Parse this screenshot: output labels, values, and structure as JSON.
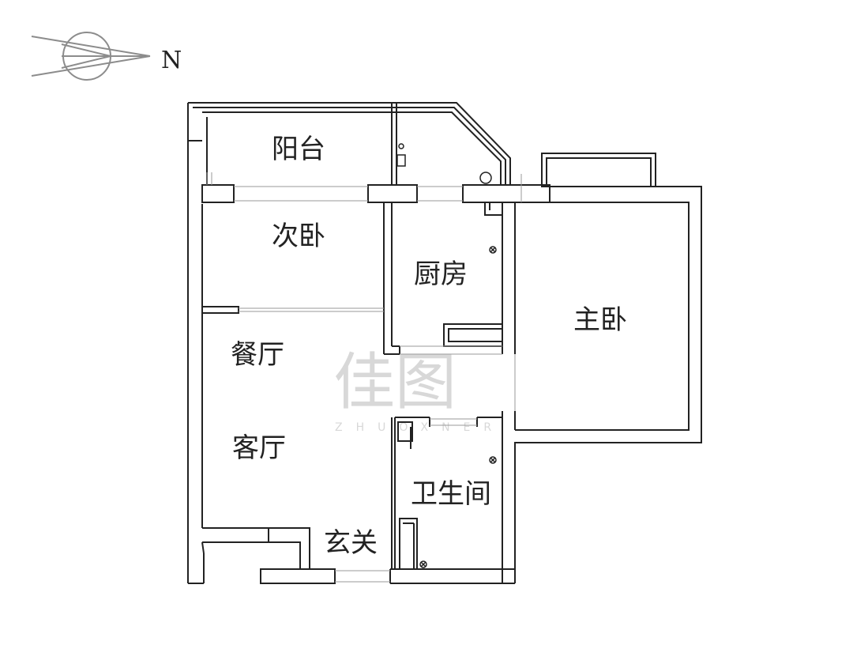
{
  "compass": {
    "north_label": "N",
    "icon": "compass-north-arrow-icon"
  },
  "rooms": {
    "balcony": "阳台",
    "second_bedroom": "次卧",
    "kitchen": "厨房",
    "master_bedroom": "主卧",
    "dining_room": "餐厅",
    "living_room": "客厅",
    "bathroom": "卫生间",
    "entrance": "玄关"
  },
  "watermark": {
    "brand": "佳图",
    "brand_romanized": "ZHUOXNER"
  },
  "colors": {
    "wall": "#222222",
    "window": "#9a9a9a",
    "compass": "#8c8c8c",
    "watermark": "#d8d8d8"
  }
}
